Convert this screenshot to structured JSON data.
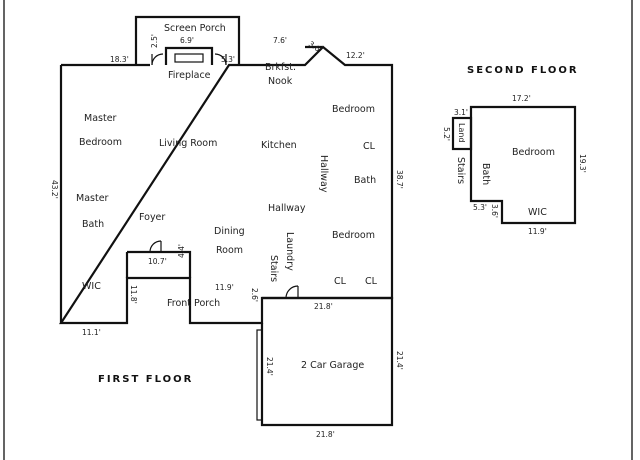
{
  "floors": {
    "first": "FIRST FLOOR",
    "second": "SECOND FLOOR"
  },
  "rooms": {
    "screen_porch": "Screen Porch",
    "fireplace": "Fireplace",
    "brkfst_nook_1": "Brkfst.",
    "brkfst_nook_2": "Nook",
    "master_bedroom_1": "Master",
    "master_bedroom_2": "Bedroom",
    "living_room": "Living Room",
    "kitchen": "Kitchen",
    "bedroom_1": "Bedroom",
    "cl_1": "CL",
    "hallway_1": "Hallway",
    "bath_1": "Bath",
    "master_bath_1": "Master",
    "master_bath_2": "Bath",
    "foyer": "Foyer",
    "dining_1": "Dining",
    "dining_2": "Room",
    "hallway_2": "Hallway",
    "laundry": "Laundry",
    "bedroom_2": "Bedroom",
    "stairs_1": "Stairs",
    "wic_1": "WIC",
    "front_porch": "Front Porch",
    "cl_2": "CL",
    "cl_3": "CL",
    "garage": "2 Car Garage",
    "land": "Land",
    "stairs_2": "Stairs",
    "bath_2": "Bath",
    "bedroom_3": "Bedroom",
    "wic_2": "WIC"
  },
  "dimensions": {
    "d_6_9": "6.9'",
    "d_2_5": "2.5'",
    "d_5_3a": "5.3'",
    "d_18_3": "18.3'",
    "d_7_6": "7.6'",
    "d_3_6": "3.6'",
    "d_12_2": "12.2'",
    "d_43_2": "43.2'",
    "d_38_7": "38.7'",
    "d_10_7": "10.7'",
    "d_4_4": "4.4'",
    "d_11_8": "11.8'",
    "d_11_9a": "11.9'",
    "d_2_6": "2.6'",
    "d_21_8a": "21.8'",
    "d_11_1": "11.1'",
    "d_21_4a": "21.4'",
    "d_21_4b": "21.4'",
    "d_21_8b": "21.8'",
    "d_17_2": "17.2'",
    "d_3_1": "3.1'",
    "d_5_2": "5.2'",
    "d_19_3": "19.3'",
    "d_5_3b": "5.3'",
    "d_3_6b": "3.6'",
    "d_11_9b": "11.9'"
  }
}
